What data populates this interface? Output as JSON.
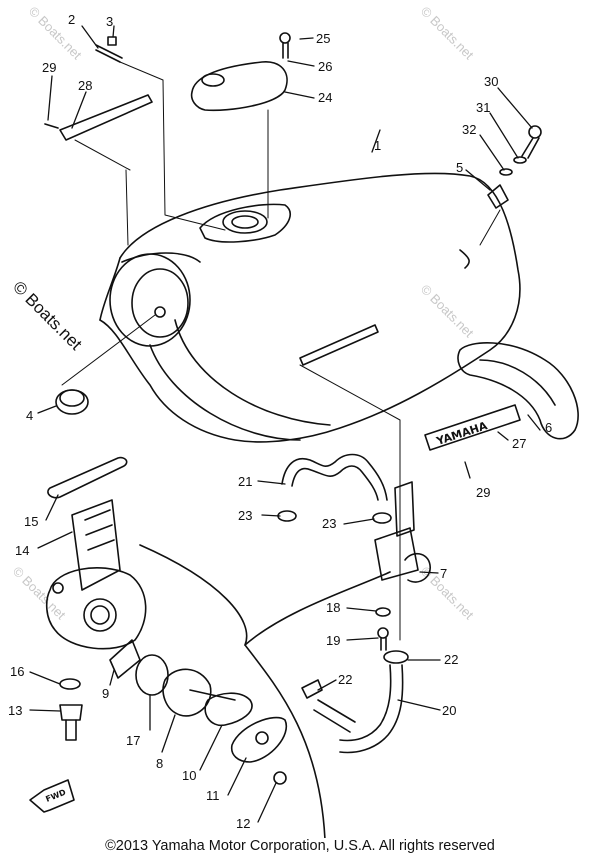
{
  "callouts": [
    {
      "id": "c1",
      "label": "1"
    },
    {
      "id": "c2",
      "label": "2"
    },
    {
      "id": "c3",
      "label": "3"
    },
    {
      "id": "c4",
      "label": "4"
    },
    {
      "id": "c5",
      "label": "5"
    },
    {
      "id": "c6",
      "label": "6"
    },
    {
      "id": "c7",
      "label": "7"
    },
    {
      "id": "c8",
      "label": "8"
    },
    {
      "id": "c9",
      "label": "9"
    },
    {
      "id": "c10",
      "label": "10"
    },
    {
      "id": "c11",
      "label": "11"
    },
    {
      "id": "c12",
      "label": "12"
    },
    {
      "id": "c13",
      "label": "13"
    },
    {
      "id": "c14",
      "label": "14"
    },
    {
      "id": "c15",
      "label": "15"
    },
    {
      "id": "c16",
      "label": "16"
    },
    {
      "id": "c17",
      "label": "17"
    },
    {
      "id": "c18a",
      "label": "18"
    },
    {
      "id": "c18b",
      "label": "18"
    },
    {
      "id": "c19",
      "label": "19"
    },
    {
      "id": "c20",
      "label": "20"
    },
    {
      "id": "c21",
      "label": "21"
    },
    {
      "id": "c22a",
      "label": "22"
    },
    {
      "id": "c22b",
      "label": "22"
    },
    {
      "id": "c23a",
      "label": "23"
    },
    {
      "id": "c23b",
      "label": "23"
    },
    {
      "id": "c24",
      "label": "24"
    },
    {
      "id": "c25",
      "label": "25"
    },
    {
      "id": "c26",
      "label": "26"
    },
    {
      "id": "c27",
      "label": "27"
    },
    {
      "id": "c28",
      "label": "28"
    },
    {
      "id": "c29a",
      "label": "29"
    },
    {
      "id": "c29b",
      "label": "29"
    },
    {
      "id": "c30",
      "label": "30"
    },
    {
      "id": "c31",
      "label": "31"
    },
    {
      "id": "c32",
      "label": "32"
    }
  ],
  "emblem_text": "YAMAHA",
  "fwd_text": "FWD",
  "watermark_main": "© Boats.net",
  "watermark_small": "© Boats.net",
  "copyright": "©2013 Yamaha Motor Corporation, U.S.A. All rights reserved"
}
